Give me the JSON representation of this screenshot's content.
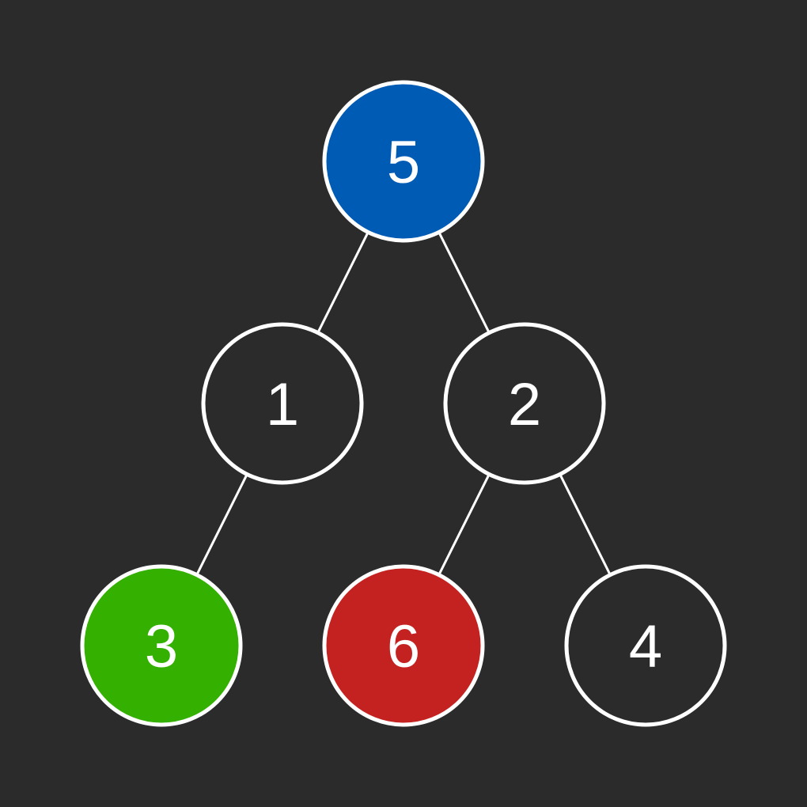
{
  "colors": {
    "background": "#2b2b2b",
    "stroke": "#ffffff",
    "text": "#ffffff",
    "default_fill": "#2b2b2b"
  },
  "tree": {
    "nodes": [
      {
        "id": "n5",
        "label": "5",
        "fill": "#005bb5",
        "level": 0,
        "slot": 2
      },
      {
        "id": "n1",
        "label": "1",
        "fill": "#2b2b2b",
        "level": 1,
        "slot": 1.5
      },
      {
        "id": "n2",
        "label": "2",
        "fill": "#2b2b2b",
        "level": 1,
        "slot": 2.5
      },
      {
        "id": "n3",
        "label": "3",
        "fill": "#33b000",
        "level": 2,
        "slot": 1
      },
      {
        "id": "n6",
        "label": "6",
        "fill": "#c42220",
        "level": 2,
        "slot": 2
      },
      {
        "id": "n4",
        "label": "4",
        "fill": "#2b2b2b",
        "level": 2,
        "slot": 3
      }
    ],
    "edges": [
      {
        "from": "n5",
        "to": "n1"
      },
      {
        "from": "n5",
        "to": "n2"
      },
      {
        "from": "n1",
        "to": "n3"
      },
      {
        "from": "n2",
        "to": "n6"
      },
      {
        "from": "n2",
        "to": "n4"
      }
    ]
  }
}
